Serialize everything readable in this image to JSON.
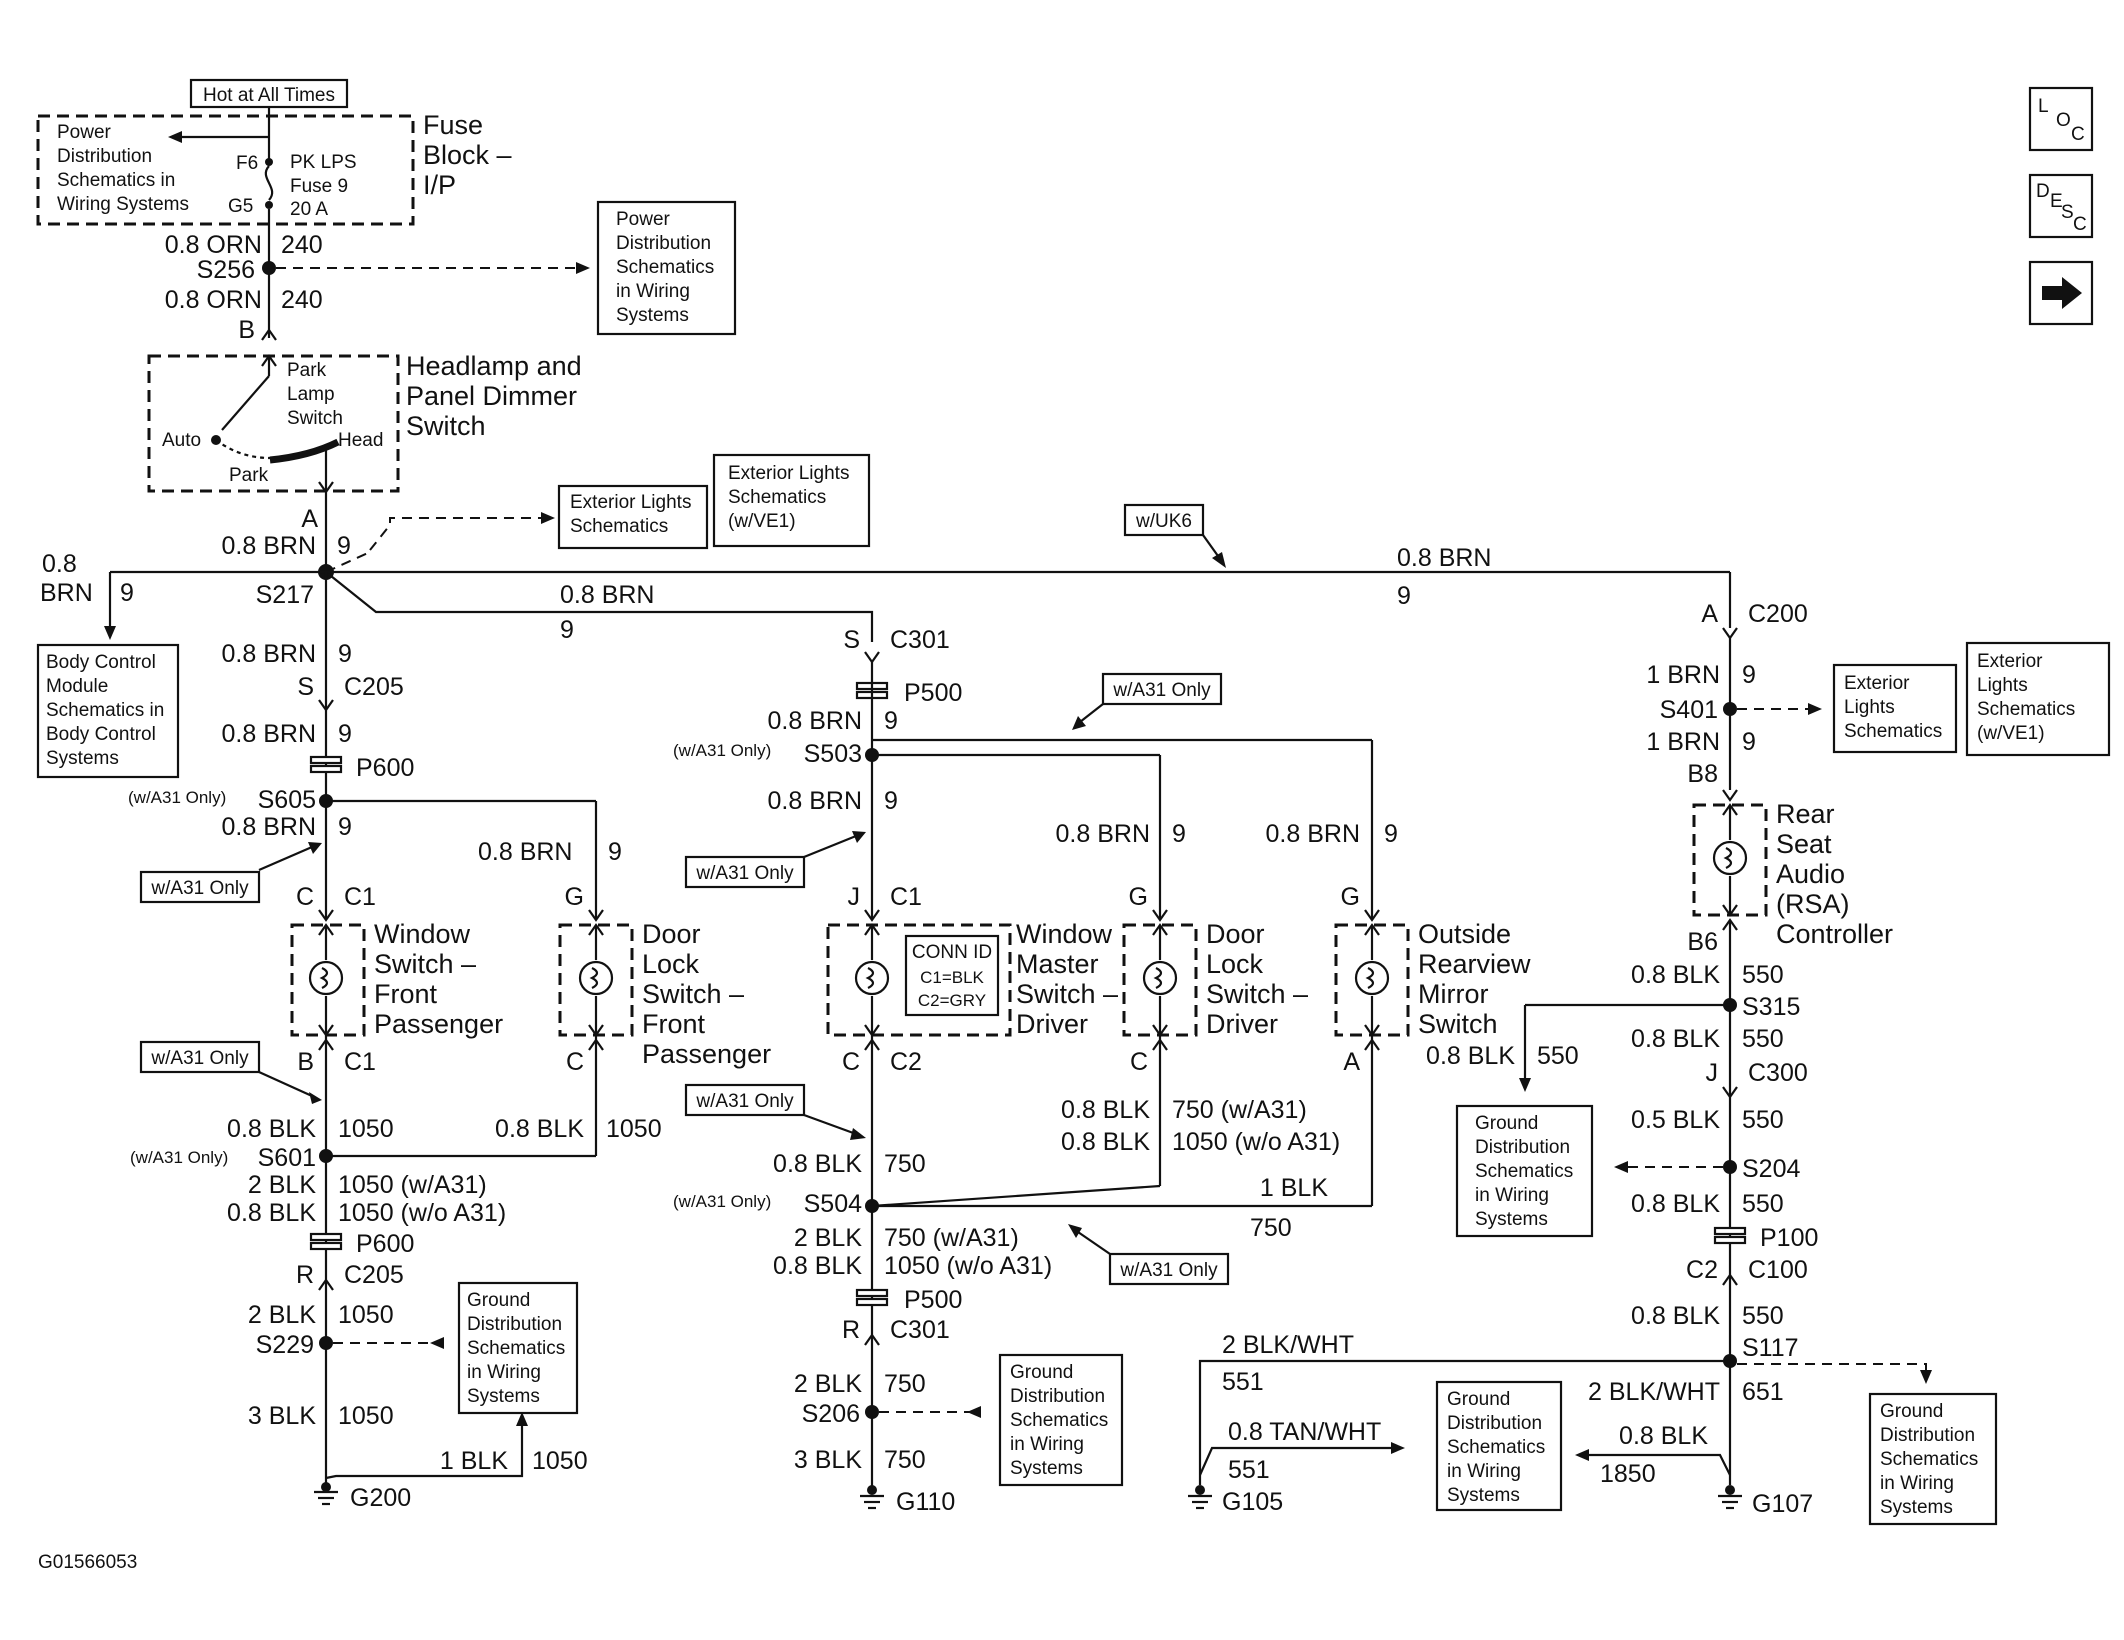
{
  "fuse_block": {
    "hot_label": "Hot at All Times",
    "title_1": "Fuse",
    "title_2": "Block –",
    "title_3": "I/P",
    "ref_lines": [
      "Power",
      "Distribution",
      "Schematics in",
      "Wiring Systems"
    ],
    "pin_top": "F6",
    "pin_bottom": "G5",
    "fuse_lines": [
      "PK LPS",
      "Fuse  9",
      "20 A"
    ]
  },
  "power_ref": [
    "Power",
    "Distribution",
    "Schematics",
    "in Wiring",
    "Systems"
  ],
  "top_wires": {
    "w1": "0.8 ORN",
    "c1": "240",
    "splice": "S256",
    "w2": "0.8 ORN",
    "c2": "240",
    "pin_b": "B"
  },
  "headlamp_switch": {
    "title_lines": [
      "Headlamp and",
      "Panel Dimmer",
      "Switch"
    ],
    "inner_lines": [
      "Park",
      "Lamp",
      "Switch"
    ],
    "auto": "Auto",
    "head": "Head",
    "park": "Park"
  },
  "s217": {
    "pin_a": "A",
    "wire": "0.8 BRN",
    "circ": "9",
    "splice": "S217",
    "left_w1": "0.8",
    "left_w2": "BRN",
    "left_c": "9",
    "mid_wire": "0.8 BRN",
    "mid_circ": "9",
    "right_wire": "0.8 BRN",
    "right_circ": "9",
    "ext_ref": [
      "Exterior Lights",
      "Schematics"
    ],
    "ext_ref2": [
      "Exterior Lights",
      "Schematics",
      "(w/VE1)"
    ],
    "uk6": "w/UK6"
  },
  "bcm_ref": [
    "Body Control",
    "Module",
    "Schematics in",
    "Body Control",
    "Systems"
  ],
  "left_branch": {
    "w1": "0.8 BRN",
    "c1": "9",
    "conn_s": "S",
    "conn": "C205",
    "w2": "0.8 BRN",
    "c2": "9",
    "p600": "P600",
    "a31_s605": "(w/A31 Only)",
    "s605": "S605",
    "w3": "0.8 BRN",
    "c3": "9",
    "a31_box": "w/A31 Only",
    "door_wire": "0.8 BRN",
    "door_circ": "9",
    "pin_c": "C",
    "c1_conn": "C1",
    "pin_g": "G",
    "win_lines": [
      "Window",
      "Switch –",
      "Front",
      "Passenger"
    ],
    "door_lines": [
      "Door",
      "Lock",
      "Switch –",
      "Front",
      "Passenger"
    ],
    "pin_b": "B",
    "c1_conn_b": "C1",
    "pin_c2": "C",
    "a31_box2": "w/A31 Only",
    "w4": "0.8 BLK",
    "c4": "1050",
    "w5": "0.8 BLK",
    "c5": "1050",
    "a31_s601": "(w/A31 Only)",
    "s601": "S601",
    "w6": "2 BLK",
    "c6": "1050 (w/A31)",
    "w7": "0.8 BLK",
    "c7": "1050 (w/o A31)",
    "p600b": "P600",
    "pin_r": "R",
    "c205b": "C205",
    "w8": "2 BLK",
    "c8": "1050",
    "s229": "S229",
    "w9": "3 BLK",
    "c9": "1050",
    "w10": "1 BLK",
    "c10": "1050",
    "gnd_ref": [
      "Ground",
      "Distribution",
      "Schematics",
      "in Wiring",
      "Systems"
    ],
    "g200": "G200"
  },
  "mid_branch": {
    "pin_s": "S",
    "c301": "C301",
    "p500": "P500",
    "w1": "0.8 BRN",
    "c1": "9",
    "a31_s503": "(w/A31 Only)",
    "s503": "S503",
    "a31_top": "w/A31 Only",
    "w2": "0.8 BRN",
    "c2": "9",
    "a31_box": "w/A31 Only",
    "w3": "0.8 BRN",
    "c3": "9",
    "w4": "0.8 BRN",
    "c4": "9",
    "pin_j": "J",
    "c1_conn": "C1",
    "pin_g": "G",
    "pin_g2": "G",
    "conn_id": [
      "CONN ID",
      "C1=BLK",
      "C2=GRY"
    ],
    "master_lines": [
      "Window",
      "Master",
      "Switch –",
      "Driver"
    ],
    "door_lines": [
      "Door",
      "Lock",
      "Switch –",
      "Driver"
    ],
    "mirror_lines": [
      "Outside",
      "Rearview",
      "Mirror",
      "Switch"
    ],
    "pin_c": "C",
    "c2_conn": "C2",
    "pin_c2": "C",
    "pin_a": "A",
    "a31_box2": "w/A31 Only",
    "w5": "0.8 BLK",
    "c5": "750 (w/A31)",
    "w6": "0.8 BLK",
    "c6": "1050 (w/o A31)",
    "w7": "0.8 BLK",
    "c7": "750",
    "a31_s504": "(w/A31 Only)",
    "s504": "S504",
    "w8": "1 BLK",
    "c8": "750",
    "a31_box3": "w/A31 Only",
    "w9": "2 BLK",
    "c9": "750 (w/A31)",
    "w10": "0.8 BLK",
    "c10": "1050 (w/o A31)",
    "p500b": "P500",
    "pin_r": "R",
    "c301b": "C301",
    "w11": "2 BLK",
    "c11": "750",
    "s206": "S206",
    "w12": "3 BLK",
    "c12": "750",
    "gnd_ref": [
      "Ground",
      "Distribution",
      "Schematics",
      "in Wiring",
      "Systems"
    ],
    "g110": "G110"
  },
  "right_branch": {
    "pin_a": "A",
    "c200": "C200",
    "w1": "1 BRN",
    "c1": "9",
    "s401": "S401",
    "w2": "1 BRN",
    "c2": "9",
    "pin_b8": "B8",
    "ext_ref": [
      "Exterior",
      "Lights",
      "Schematics"
    ],
    "ext_ref2": [
      "Exterior",
      "Lights",
      "Schematics",
      "(w/VE1)"
    ],
    "rsa_lines": [
      "Rear",
      "Seat",
      "Audio",
      "(RSA)",
      "Controller"
    ],
    "pin_b6": "B6",
    "w3": "0.8 BLK",
    "c3": "550",
    "s315": "S315",
    "w4": "0.8 BLK",
    "c4": "550",
    "w5": "0.8 BLK",
    "c5": "550",
    "pin_j": "J",
    "c300": "C300",
    "w6": "0.5 BLK",
    "c6": "550",
    "s204": "S204",
    "w7": "0.8 BLK",
    "c7": "550",
    "p100": "P100",
    "pin_c2": "C2",
    "c100": "C100",
    "w8": "0.8 BLK",
    "c8": "550",
    "s117": "S117",
    "gnd_ref": [
      "Ground",
      "Distribution",
      "Schematics",
      "in Wiring",
      "Systems"
    ],
    "w9": "2 BLK/WHT",
    "c9": "551",
    "w10": "0.8 TAN/WHT",
    "c10": "551",
    "gnd_ref2": [
      "Ground",
      "Distribution",
      "Schematics",
      "in Wiring",
      "Systems"
    ],
    "w11": "2 BLK/WHT",
    "c11": "651",
    "w12": "0.8 BLK",
    "c12": "1850",
    "gnd_ref3": [
      "Ground",
      "Distribution",
      "Schematics",
      "in Wiring",
      "Systems"
    ],
    "g105": "G105",
    "g107": "G107"
  },
  "nav": {
    "loc": [
      "L",
      "O",
      "C"
    ],
    "desc": [
      "D",
      "E",
      "S",
      "C"
    ]
  },
  "figure_id": "G01566053"
}
